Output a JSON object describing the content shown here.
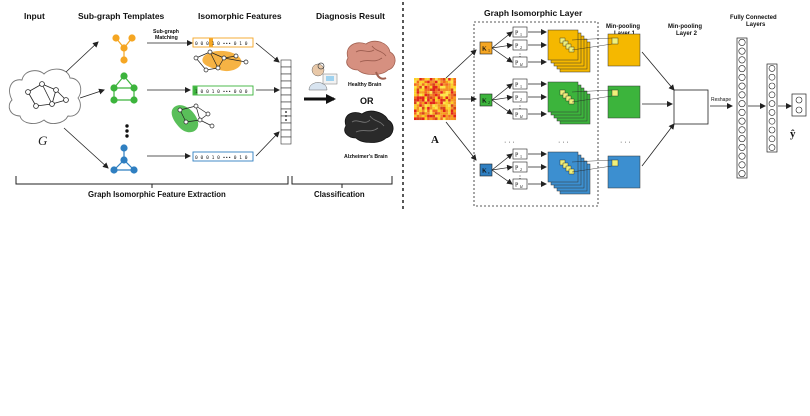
{
  "left_panel": {
    "headers": {
      "input": "Input",
      "templates": "Sub-graph Templates",
      "features": "Isomorphic Features",
      "diagnosis": "Diagnosis Result"
    },
    "input_graph_label": "G",
    "matching_label_line1": "Sub-graph",
    "matching_label_line2": "Matching",
    "feature_vectors": [
      {
        "color": "#f5a623",
        "bits": "0 0 0 1 0  •••  0 1 0"
      },
      {
        "color": "#3cb43c",
        "bits": "1 0 0 1 0  •••  0 0 0"
      },
      {
        "color": "#2f7fc1",
        "bits": "0 0 0 1 0  •••  0 1 0"
      }
    ],
    "template_colors": [
      "#f5a623",
      "#3cb43c",
      "#2f7fc1"
    ],
    "healthy_label": "Healthy Brain",
    "or_label": "OR",
    "alzheimer_label": "Alzheimer's Brain",
    "section_extraction": "Graph Isomorphic Feature Extraction",
    "section_classification": "Classification"
  },
  "right_panel": {
    "headers": {
      "iso_layer": "Graph Isomorphic Layer",
      "minpool1_line1": "Min-pooling",
      "minpool1_line2": "Layer 1",
      "minpool2_line1": "Min-pooling",
      "minpool2_line2": "Layer 2",
      "fc_line1": "Fully Connected",
      "fc_line2": "Layers"
    },
    "adjacency_label": "A",
    "kernels": [
      {
        "name": "K",
        "index": "1",
        "color": "#f5a623"
      },
      {
        "name": "K",
        "index": "2",
        "color": "#3cb43c"
      },
      {
        "name": "K",
        "index": "c",
        "color": "#2f7fc1"
      }
    ],
    "perm_labels": [
      "P",
      "P",
      "P"
    ],
    "perm_indices": [
      "1",
      "2",
      "k!"
    ],
    "reshape_label": "Reshape",
    "output_label": "ŷ",
    "ellipsis": "· · ·"
  }
}
